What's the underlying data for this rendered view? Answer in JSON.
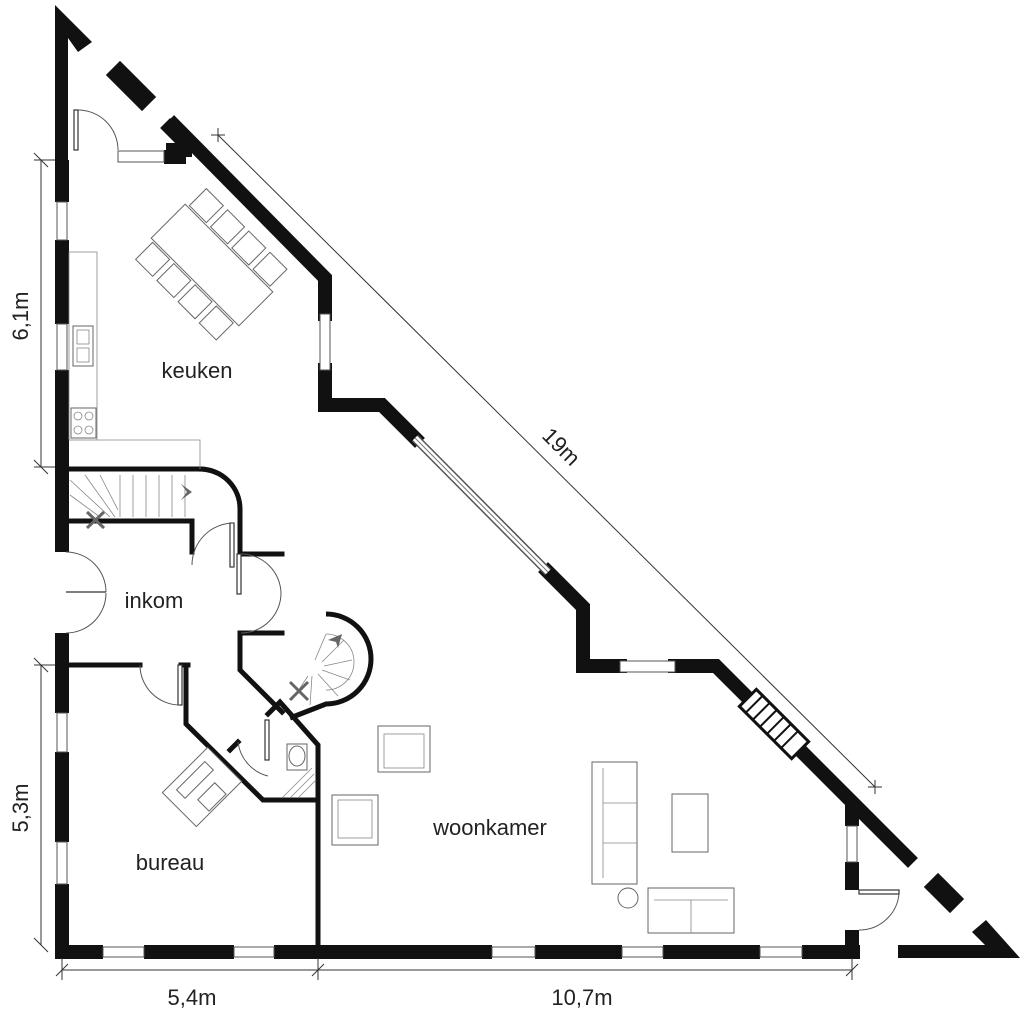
{
  "rooms": {
    "keuken": "keuken",
    "inkom": "inkom",
    "bureau": "bureau",
    "woonkamer": "woonkamer"
  },
  "dimensions": {
    "left_upper": "6,1m",
    "left_lower": "5,3m",
    "bottom_left": "5,4m",
    "bottom_right": "10,7m",
    "diagonal": "19m"
  },
  "colors": {
    "wall": "#111111",
    "background": "#ffffff",
    "furniture_stroke": "#666666"
  }
}
